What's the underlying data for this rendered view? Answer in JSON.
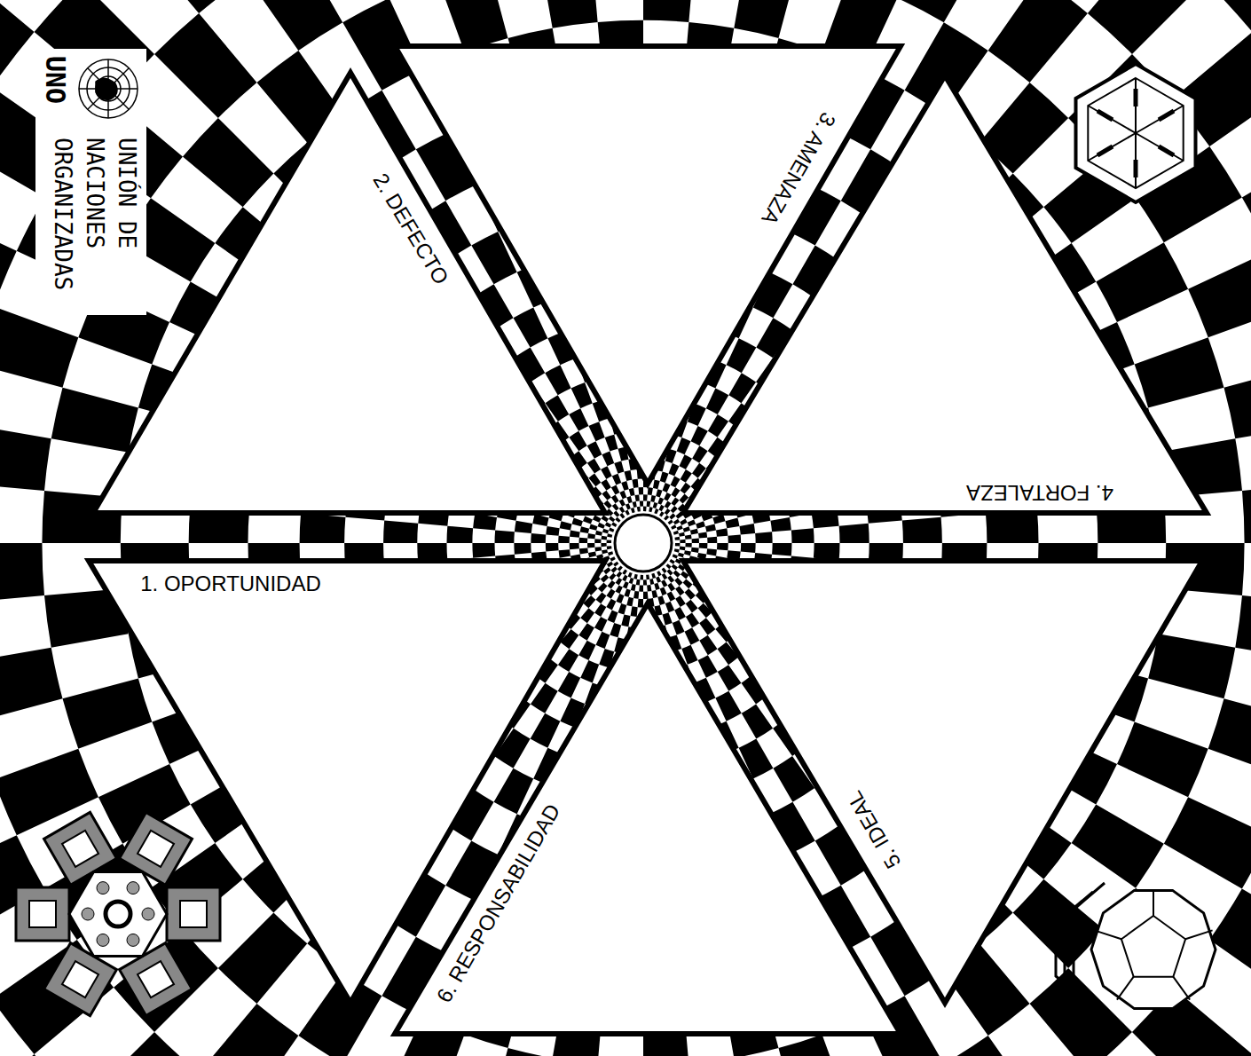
{
  "diagram": {
    "nodes": [
      {
        "text": [
          "UNO",
          "UNIÓN DE NACIONES ORGANIZADAS"
        ]
      },
      {
        "text": [
          "1. OPORTUNIDAD"
        ]
      },
      {
        "text": [
          "2. DEFECTO"
        ]
      },
      {
        "text": [
          "3. AMENAZA"
        ]
      },
      {
        "text": [
          "4. FORTALEZA"
        ]
      },
      {
        "text": [
          "5. IDEAL"
        ]
      },
      {
        "text": [
          "6. RESPONSABILIDAD"
        ]
      }
    ]
  }
}
